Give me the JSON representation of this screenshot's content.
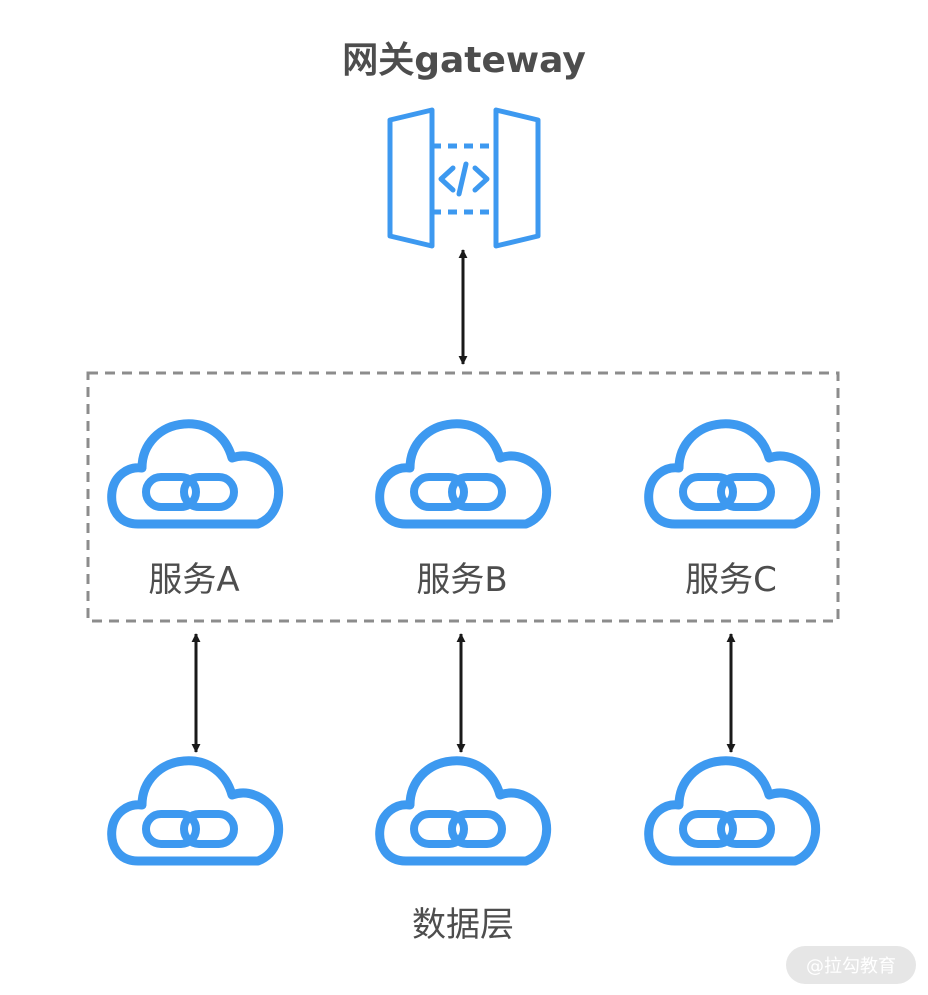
{
  "diagram": {
    "gateway": {
      "label": "网关gateway",
      "icon": "api-gateway-icon"
    },
    "services": [
      {
        "label": "服务A",
        "icon": "cloud-link-icon"
      },
      {
        "label": "服务B",
        "icon": "cloud-link-icon"
      },
      {
        "label": "服务C",
        "icon": "cloud-link-icon"
      }
    ],
    "data_layer": {
      "label": "数据层",
      "icon": "cloud-link-icon"
    },
    "watermark": "@拉勾教育"
  },
  "colors": {
    "icon_blue": "#3d99f0",
    "label_text": "#4d4d4d",
    "arrow": "#1a1a1a",
    "group_border": "#8c8c8c",
    "watermark_bg": "#e6e6e6"
  }
}
